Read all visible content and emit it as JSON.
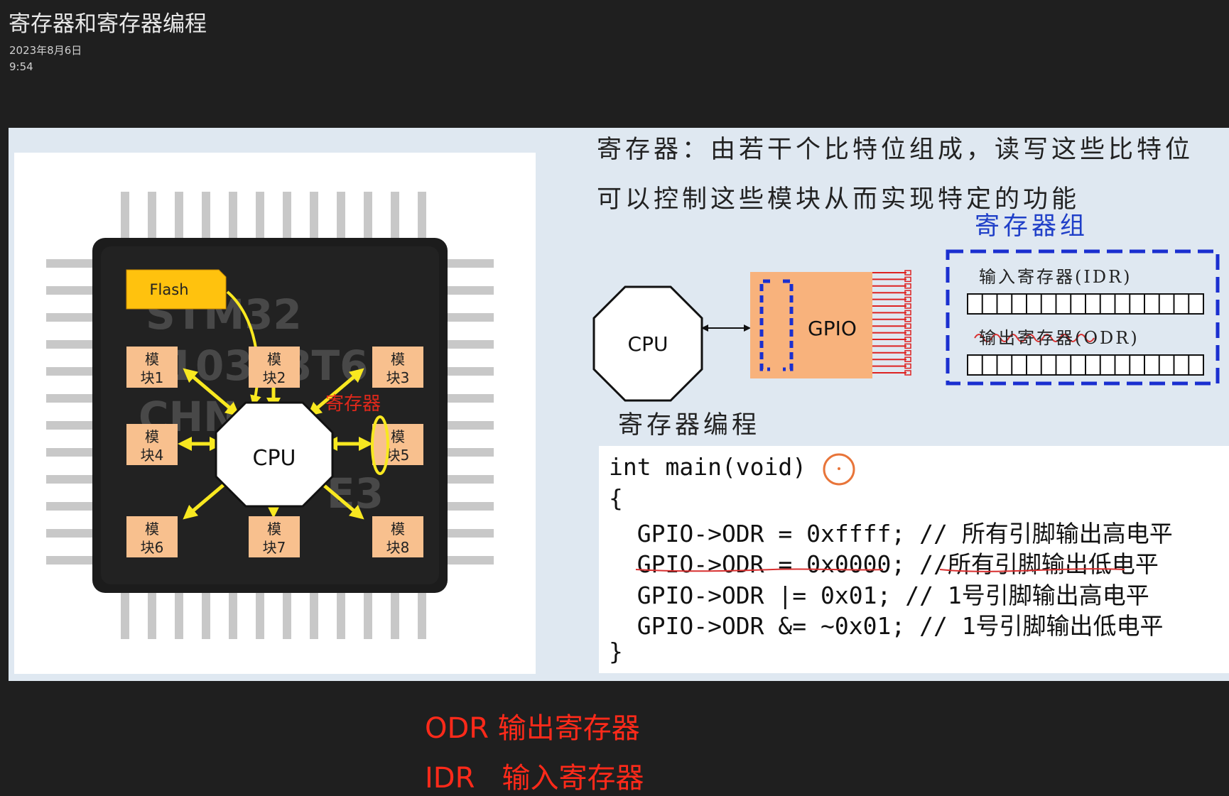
{
  "note": {
    "title": "寄存器和寄存器编程",
    "date": "2023年8月6日",
    "time": "9:54"
  },
  "slide": {
    "chip": {
      "flash": "Flash",
      "cpu": "CPU",
      "reg_label": "寄存器",
      "mark": [
        "STM32",
        "F103C8T6",
        "CHN",
        "E3"
      ],
      "modules": [
        {
          "l1": "模",
          "l2": "块1"
        },
        {
          "l1": "模",
          "l2": "块2"
        },
        {
          "l1": "模",
          "l2": "块3"
        },
        {
          "l1": "模",
          "l2": "块4"
        },
        {
          "l1": "模",
          "l2": "块5"
        },
        {
          "l1": "模",
          "l2": "块6"
        },
        {
          "l1": "模",
          "l2": "块7"
        },
        {
          "l1": "模",
          "l2": "块8"
        }
      ]
    },
    "caption_line1": "寄存器：由若干个比特位组成，读写这些比特位",
    "caption_line2": "可以控制这些模块从而实现特定的功能",
    "diagram": {
      "cpu": "CPU",
      "gpio": "GPIO"
    },
    "register_group": {
      "title": "寄存器组",
      "idr": "输入寄存器(IDR)",
      "odr": "输出寄存器(ODR)"
    },
    "programming_title": "寄存器编程",
    "code": [
      "int main(void)",
      "{",
      "  GPIO->ODR = 0xffff; // 所有引脚输出高电平",
      "  GPIO->ODR = 0x0000; //所有引脚输出低电平",
      "  GPIO->ODR |= 0x01; // 1号引脚输出高电平",
      "  GPIO->ODR &= ~0x01; // 1号引脚输出低电平",
      "}"
    ]
  },
  "notes": {
    "line1": "ODR 输出寄存器",
    "line2": "IDR   输入寄存器"
  },
  "colors": {
    "background": "#1f1f1f",
    "slide_bg": "#dfe8f1",
    "module_fill": "#f8c08e",
    "flash_fill": "#ffc20e",
    "arrow": "#f8e820",
    "gpio_fill": "#f8b27c",
    "pin_red": "#dd2222",
    "group_blue": "#1a2fd0",
    "annotation_red": "#ff2a1a"
  }
}
